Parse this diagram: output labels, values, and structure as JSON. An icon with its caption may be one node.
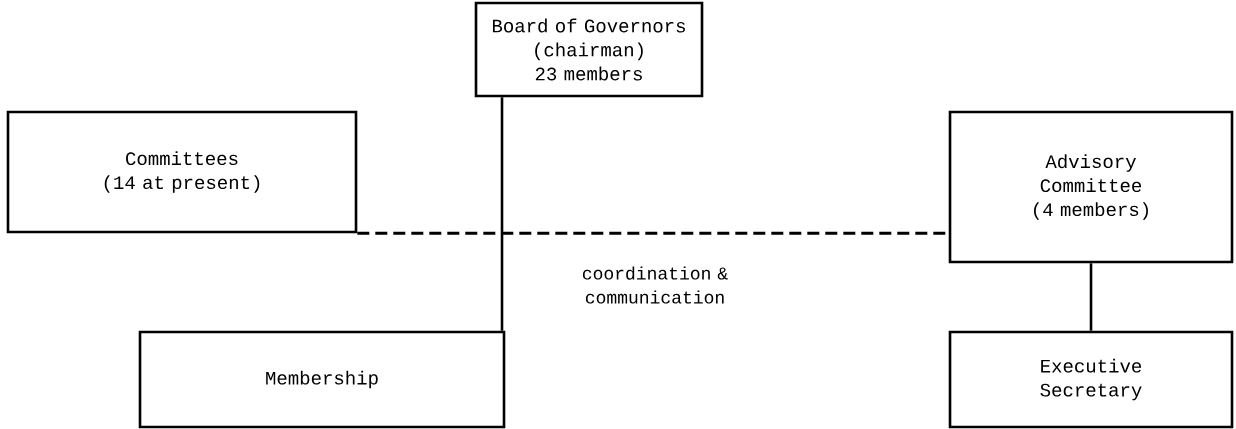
{
  "diagram": {
    "nodes": [
      {
        "text": [
          "Board of Governors",
          "(chairman)",
          "23 members"
        ]
      },
      {
        "text": [
          "Committees",
          "(14 at present)"
        ]
      },
      {
        "text": [
          "Advisory Committee",
          "(4 members)"
        ]
      },
      {
        "text": [
          "Membership"
        ]
      },
      {
        "text": [
          "Executive Secretary"
        ]
      }
    ],
    "edges": [
      {
        "from": 0,
        "to": 3,
        "arrow": "none"
      },
      {
        "from": 1,
        "to": 2,
        "arrow": "none",
        "style": "dashed",
        "label": "coordination & communication"
      },
      {
        "from": 2,
        "to": 4,
        "arrow": "none"
      }
    ]
  }
}
